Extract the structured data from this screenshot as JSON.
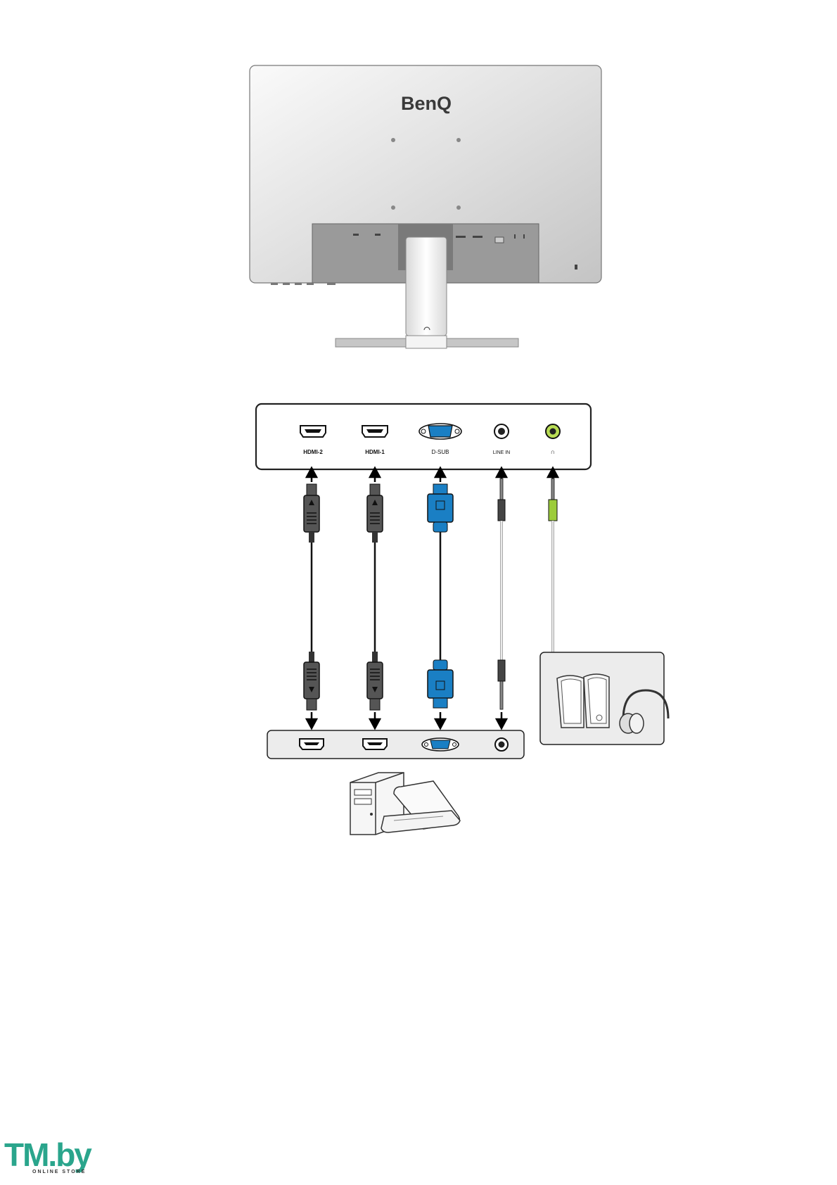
{
  "monitor": {
    "brand": "BenQ"
  },
  "ports": [
    {
      "id": "hdmi2",
      "label": "HDMI-2"
    },
    {
      "id": "hdmi1",
      "label": "HDMI-1"
    },
    {
      "id": "dsub",
      "label": "D-SUB"
    },
    {
      "id": "linein",
      "label": "LINE IN"
    },
    {
      "id": "headphone",
      "label": "∩"
    }
  ],
  "footer": {
    "logo_main": "TM.by",
    "logo_sub": "ONLINE STORE"
  },
  "colors": {
    "vga_blue": "#1a7fc4",
    "headphone_green": "#9ccc3a",
    "hdmi_plug": "#555555",
    "panel_border": "#222222"
  }
}
